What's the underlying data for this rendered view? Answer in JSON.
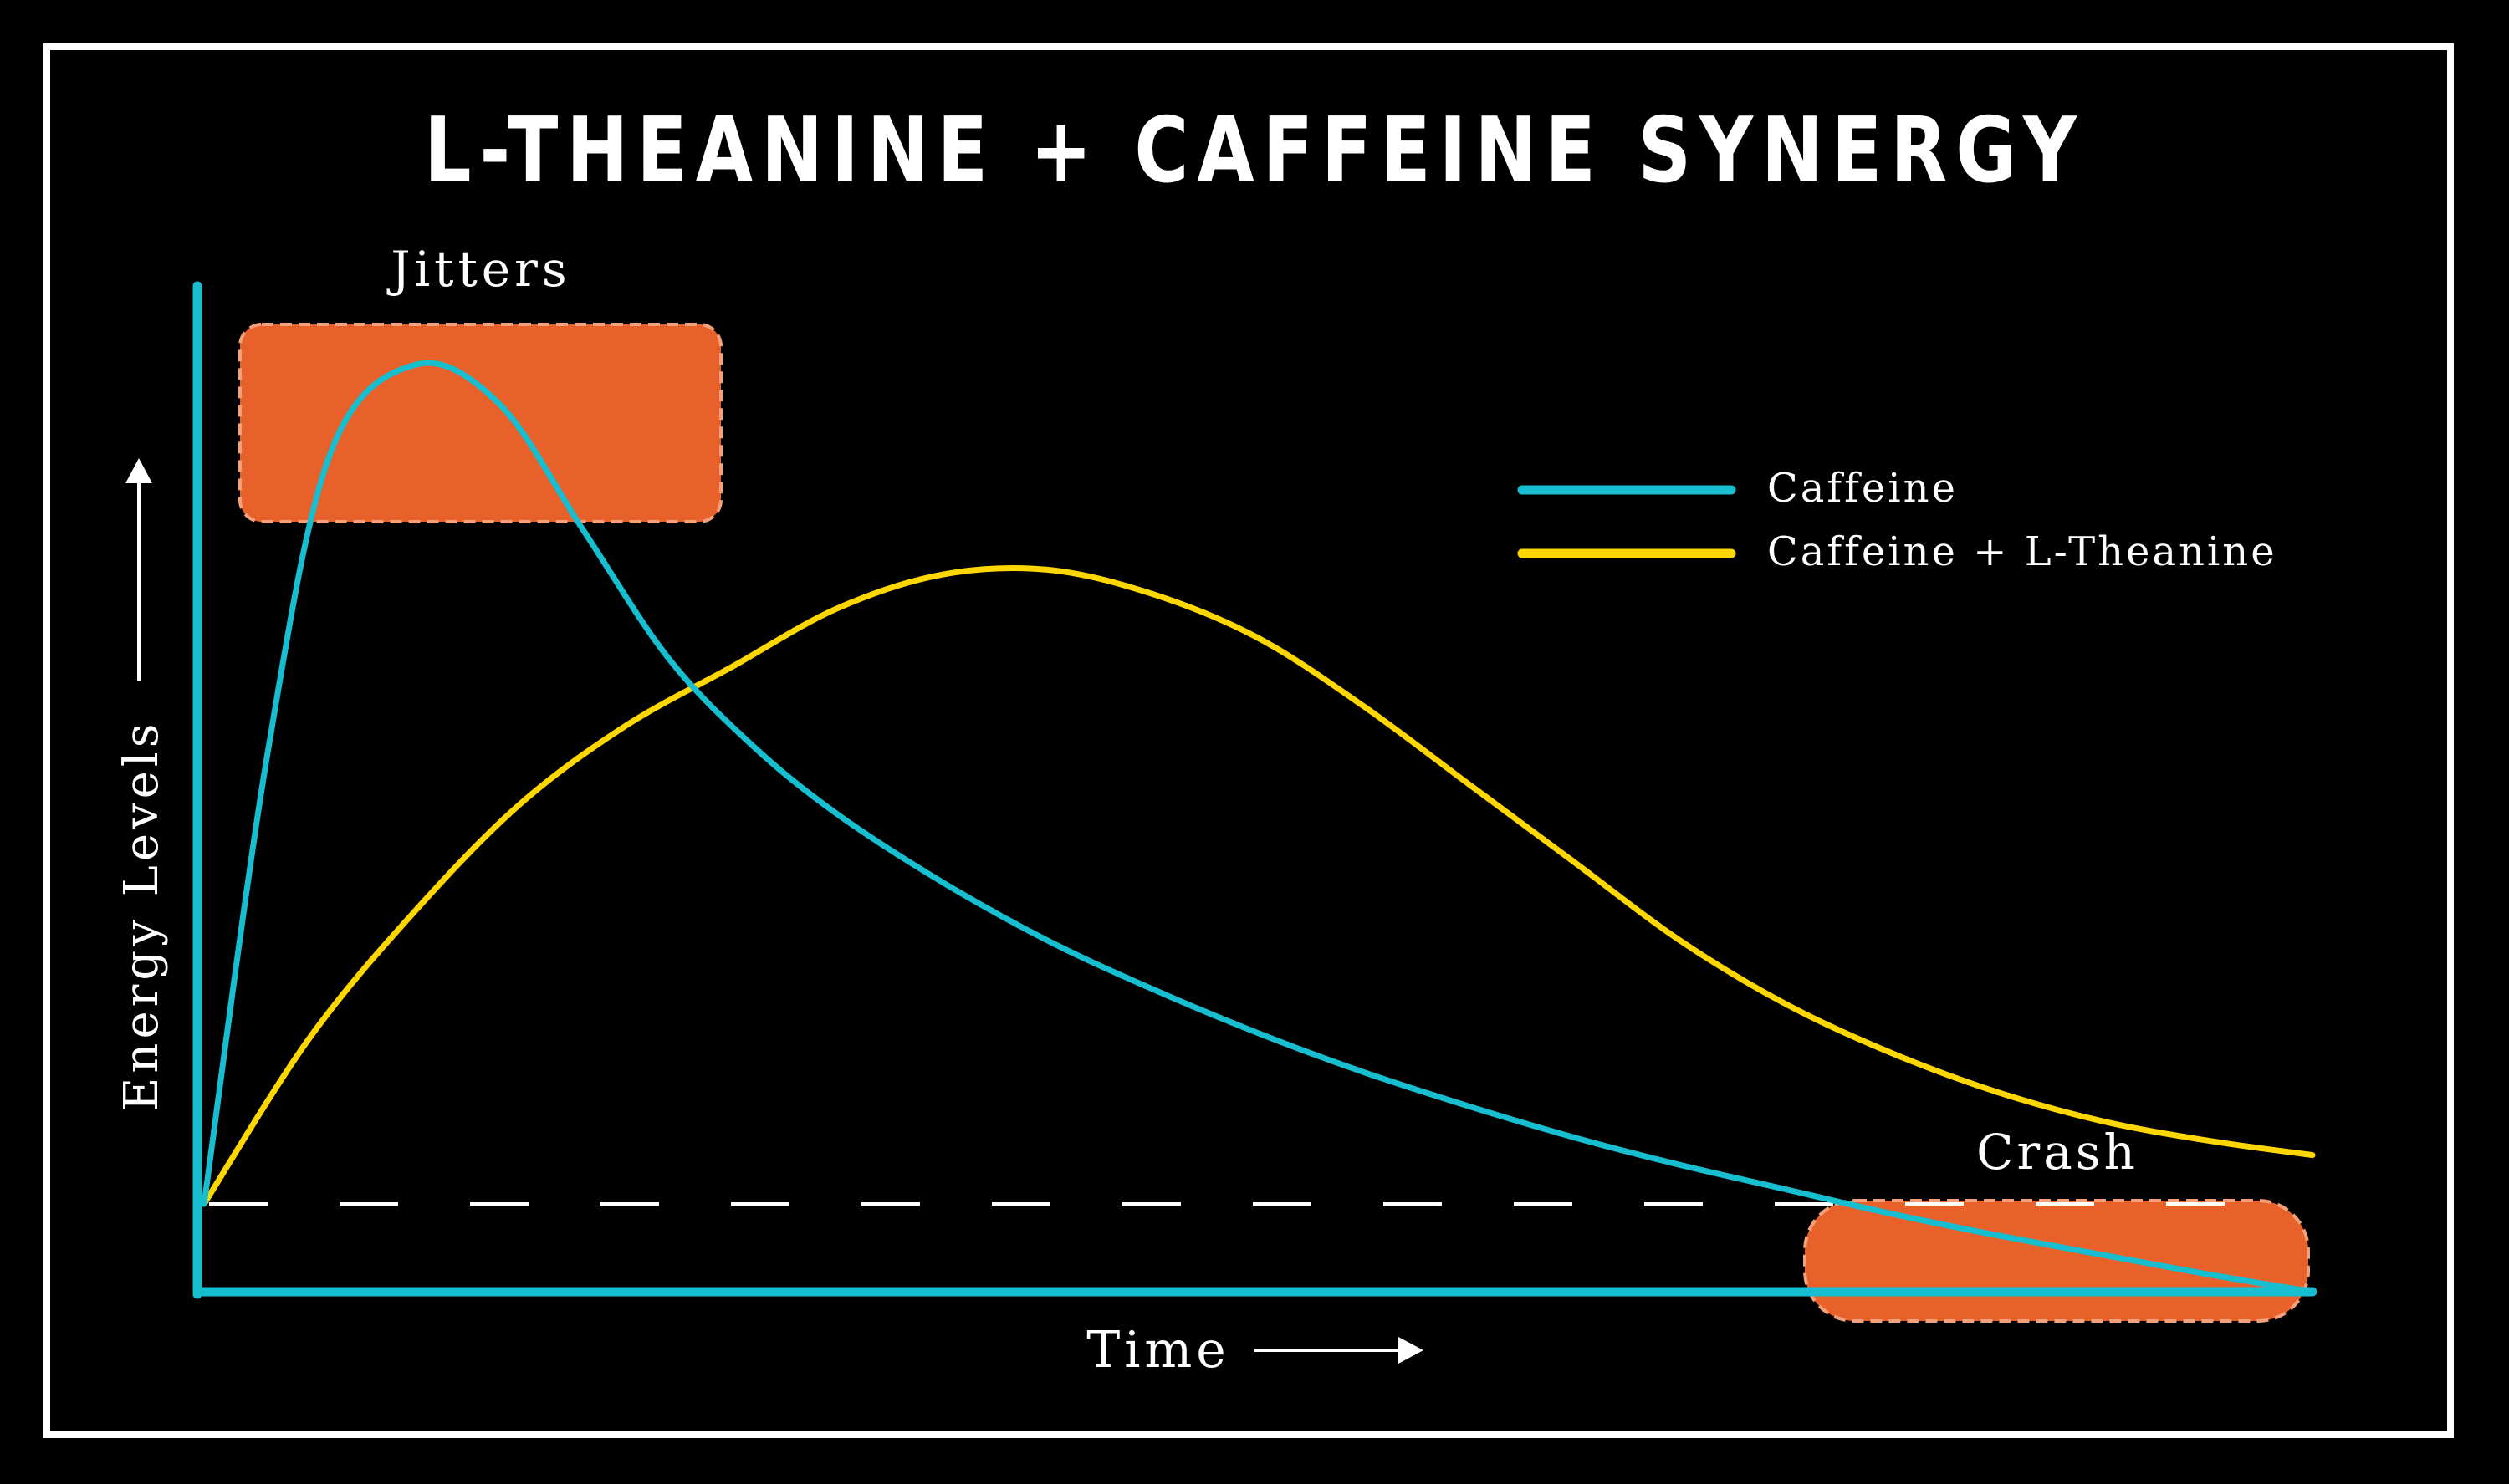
{
  "chart_data": {
    "type": "line",
    "title": "L-THEANINE + CAFFEINE SYNERGY",
    "xlabel": "Time",
    "ylabel": "Energy Levels",
    "xlim": [
      0,
      10
    ],
    "ylim": [
      0,
      10
    ],
    "baseline": 0.9,
    "series": [
      {
        "name": "Caffeine",
        "color": "#17becf",
        "x": [
          0,
          0.3,
          0.6,
          1.0,
          1.4,
          1.8,
          2.2,
          2.6,
          3.0,
          3.5,
          4.0,
          4.5,
          5.0,
          5.5,
          6.0,
          6.5,
          7.0,
          7.5,
          8.0,
          8.5,
          9.0,
          9.5,
          10.0
        ],
        "y": [
          0.9,
          5.5,
          8.6,
          9.5,
          9.1,
          7.8,
          6.5,
          5.6,
          4.9,
          4.2,
          3.6,
          3.1,
          2.65,
          2.25,
          1.9,
          1.58,
          1.3,
          1.05,
          0.8,
          0.58,
          0.38,
          0.18,
          0.0
        ]
      },
      {
        "name": "Caffeine + L-Theanine",
        "color": "#ffd700",
        "x": [
          0,
          0.5,
          1.0,
          1.5,
          2.0,
          2.5,
          3.0,
          3.5,
          4.0,
          4.5,
          5.0,
          5.5,
          6.0,
          6.5,
          7.0,
          7.5,
          8.0,
          8.5,
          9.0,
          9.5,
          10.0
        ],
        "y": [
          0.9,
          2.6,
          3.9,
          5.0,
          5.8,
          6.4,
          7.0,
          7.35,
          7.4,
          7.15,
          6.7,
          6.0,
          5.2,
          4.4,
          3.6,
          2.95,
          2.45,
          2.05,
          1.75,
          1.55,
          1.4
        ]
      }
    ],
    "annotations": [
      {
        "text": "Jitters",
        "color": "#e8602a"
      },
      {
        "text": "Crash",
        "color": "#e8602a"
      }
    ],
    "axis_color": "#17becf",
    "legend_position": "top-right"
  }
}
